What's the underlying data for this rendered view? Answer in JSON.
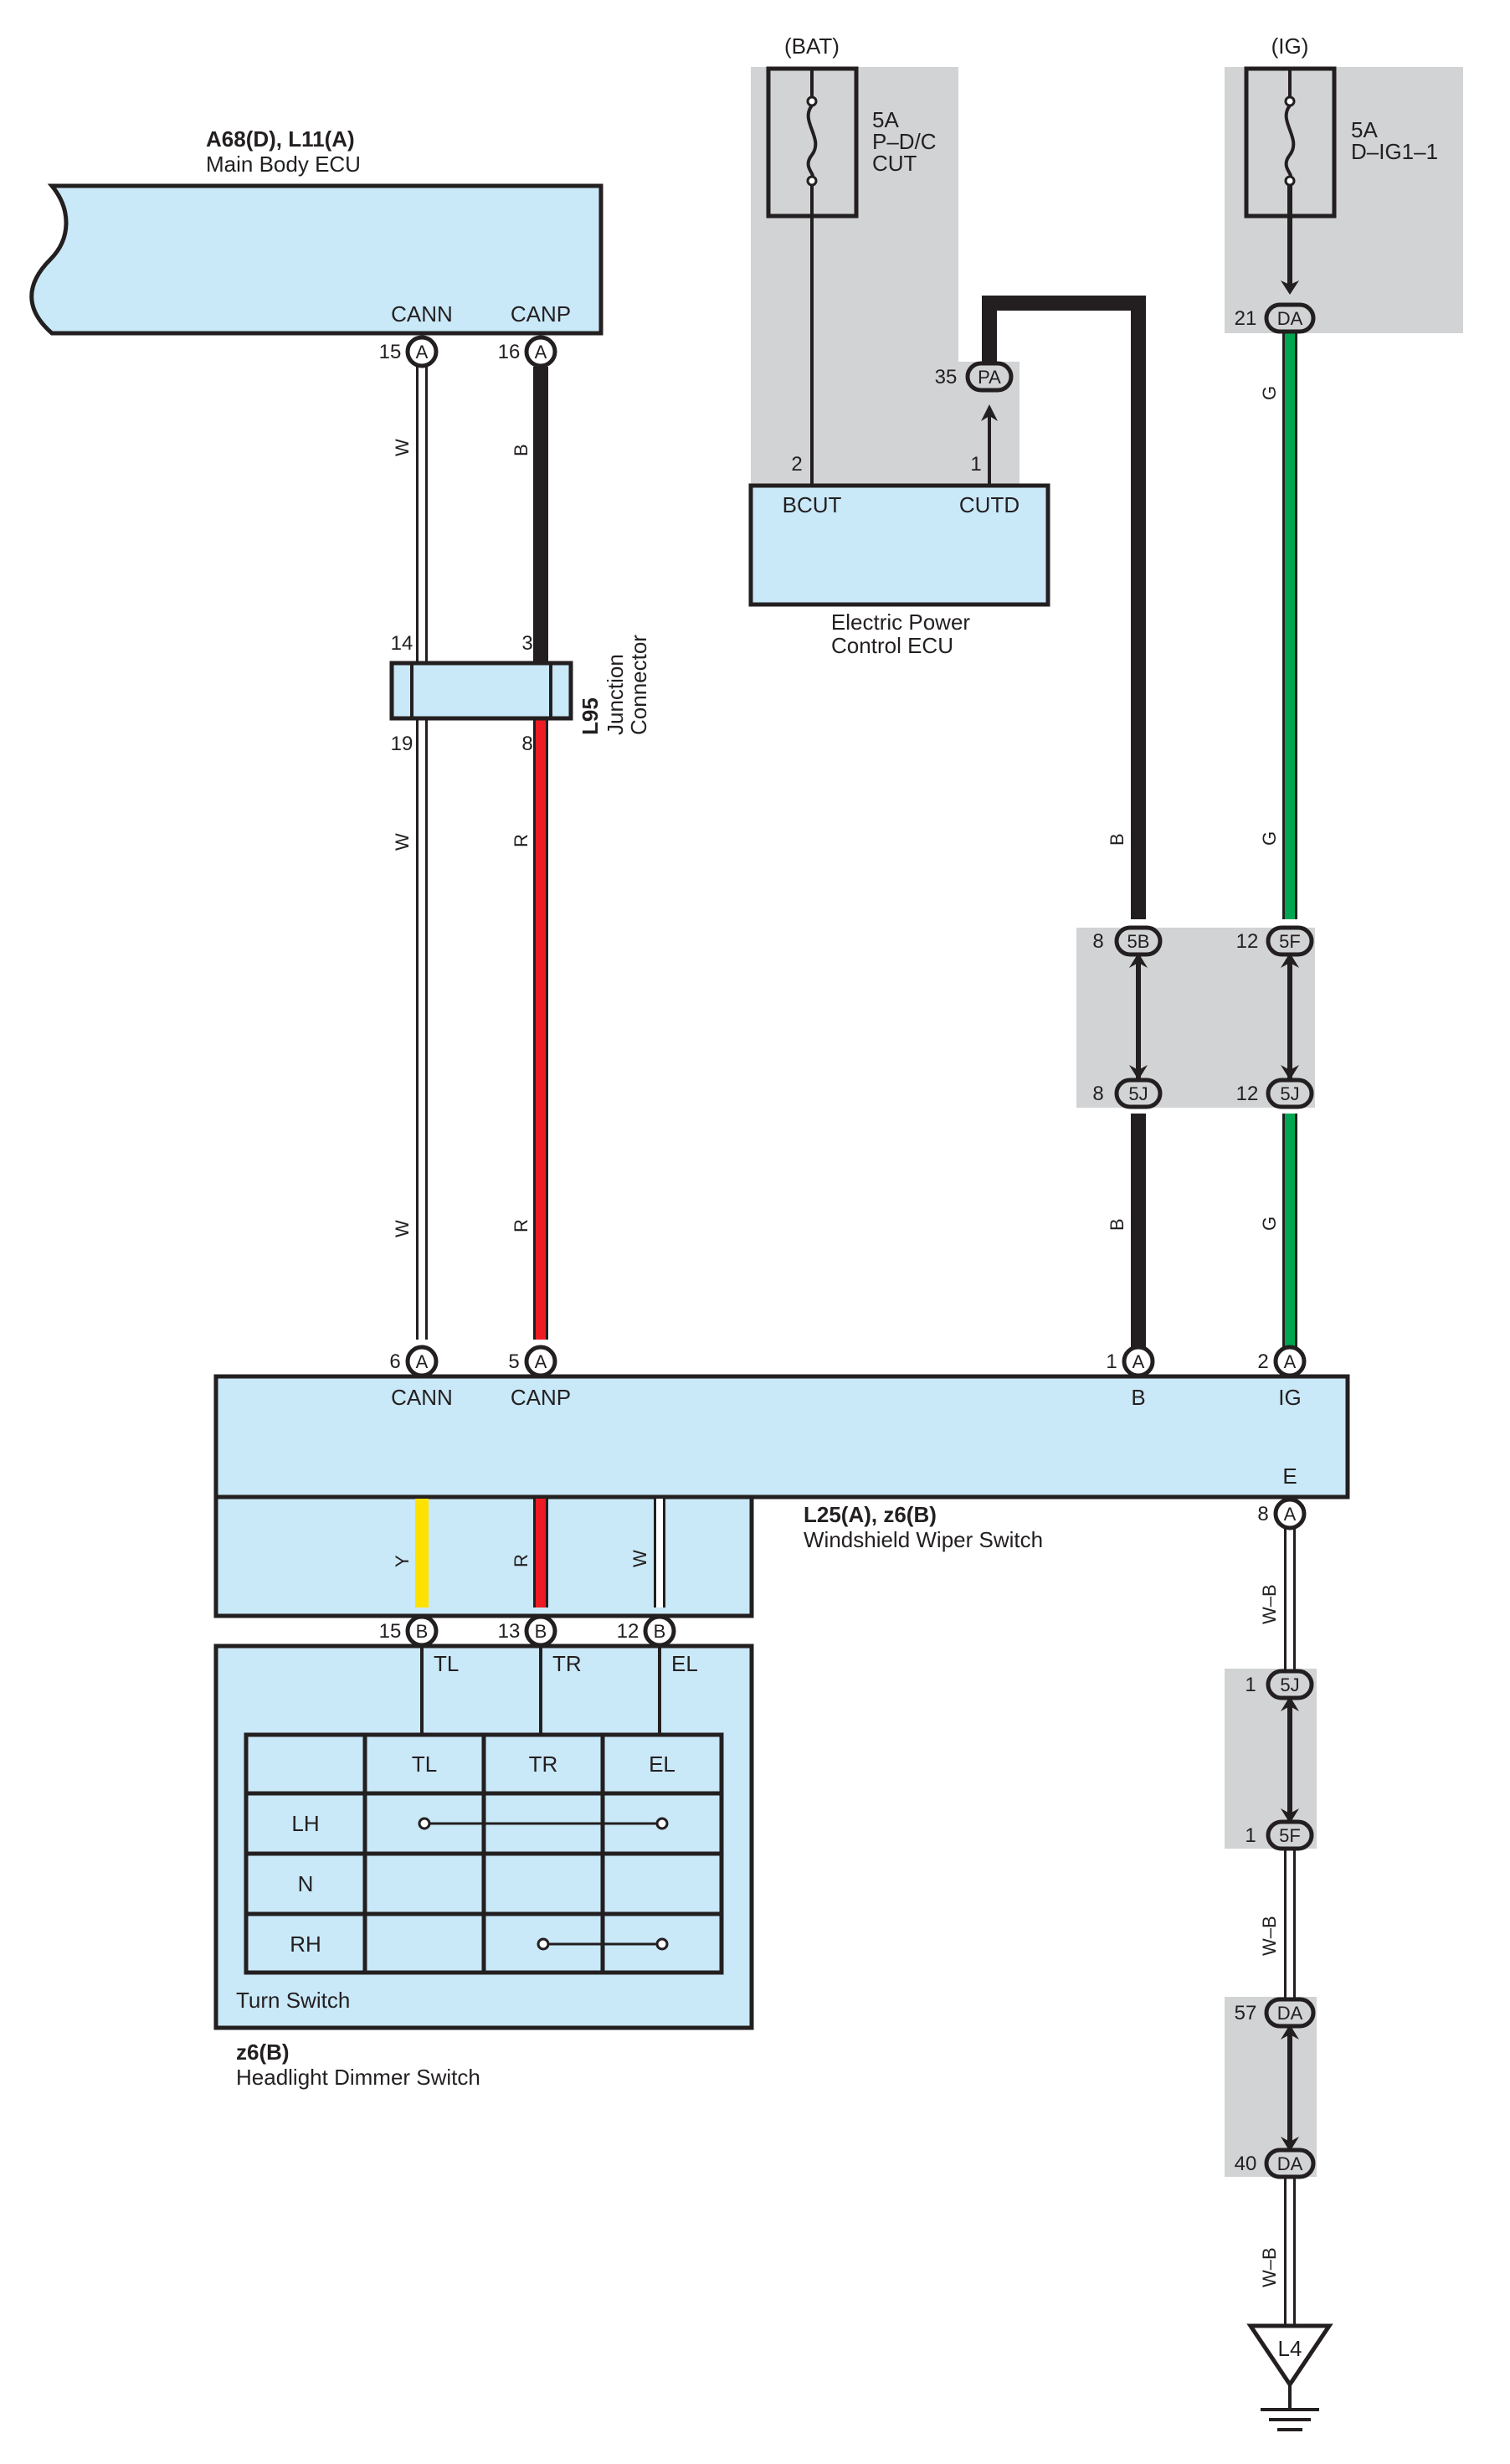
{
  "colors": {
    "ecu_fill": "#c9e8f8",
    "shade": "#d1d3d4",
    "wire_black": "#231f20",
    "wire_red": "#ed1c24",
    "wire_green": "#00a651",
    "wire_yellow": "#ffe100",
    "wire_white": "#ffffff"
  },
  "main_body_ecu": {
    "code": "A68(D), L11(A)",
    "name": "Main Body ECU",
    "terminals": [
      {
        "pin": "15",
        "conn": "A",
        "label": "CANN"
      },
      {
        "pin": "16",
        "conn": "A",
        "label": "CANP"
      }
    ]
  },
  "fuses": {
    "bat": {
      "supply": "(BAT)",
      "rating": "5A",
      "name_line1": "P–D/C",
      "name_line2": "CUT"
    },
    "ig": {
      "supply": "(IG)",
      "rating": "5A",
      "name_line1": "D–IG1–1"
    }
  },
  "epc_ecu": {
    "name_line1": "Electric Power",
    "name_line2": "Control ECU",
    "terminals": [
      {
        "pin": "2",
        "label": "BCUT"
      },
      {
        "pin": "1",
        "label": "CUTD"
      }
    ],
    "connector": {
      "pin": "35",
      "conn": "PA"
    }
  },
  "junction": {
    "code": "L95",
    "name_line1": "Junction",
    "name_line2": "Connector",
    "pins": {
      "top_left": "14",
      "top_right": "3",
      "bottom_left": "19",
      "bottom_right": "8"
    }
  },
  "ig_connector": {
    "pin": "21",
    "conn": "DA"
  },
  "mid_connectors": [
    {
      "pin": "8",
      "conn": "5B"
    },
    {
      "pin": "12",
      "conn": "5F"
    },
    {
      "pin": "8",
      "conn": "5J"
    },
    {
      "pin": "12",
      "conn": "5J"
    }
  ],
  "wiper_switch": {
    "code": "L25(A), z6(B)",
    "name": "Windshield Wiper Switch",
    "top_terminals": [
      {
        "pin": "6",
        "conn": "A",
        "label": "CANN"
      },
      {
        "pin": "5",
        "conn": "A",
        "label": "CANP"
      },
      {
        "pin": "1",
        "conn": "A",
        "label": "B"
      },
      {
        "pin": "2",
        "conn": "A",
        "label": "IG"
      }
    ],
    "ground_terminal": {
      "pin": "8",
      "conn": "A",
      "label": "E"
    },
    "bottom_terminals": [
      {
        "pin": "15",
        "conn": "B",
        "label": "TL"
      },
      {
        "pin": "13",
        "conn": "B",
        "label": "TR"
      },
      {
        "pin": "12",
        "conn": "B",
        "label": "EL"
      }
    ]
  },
  "wire_colors": {
    "cann": "W",
    "canp_upper": "B",
    "canp_lower": "R",
    "epc": "B",
    "ig": "G",
    "inner_tl": "Y",
    "inner_tr": "R",
    "inner_el": "W",
    "ground": "W–B"
  },
  "turn_switch": {
    "name": "Turn Switch",
    "columns": [
      "TL",
      "TR",
      "EL"
    ],
    "rows": [
      "LH",
      "N",
      "RH"
    ]
  },
  "dimmer": {
    "code": "z6(B)",
    "name": "Headlight Dimmer Switch"
  },
  "ground_connectors": [
    {
      "pin": "1",
      "conn": "5J"
    },
    {
      "pin": "1",
      "conn": "5F"
    },
    {
      "pin": "57",
      "conn": "DA"
    },
    {
      "pin": "40",
      "conn": "DA"
    }
  ],
  "ground_point": "L4"
}
